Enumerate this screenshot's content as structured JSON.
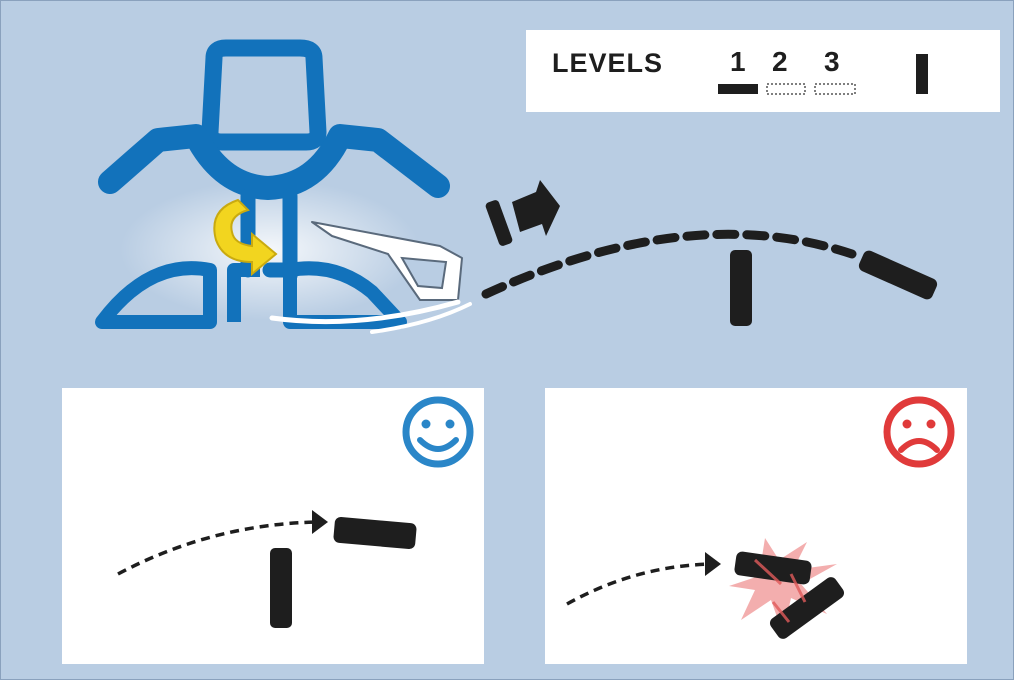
{
  "legend": {
    "title": "LEVELS",
    "levels": [
      "1",
      "2",
      "3"
    ]
  },
  "panels": [
    {
      "id": "good",
      "face": "smiley-face-icon",
      "color": "#2a86c8"
    },
    {
      "id": "bad",
      "face": "frowny-face-icon",
      "color": "#e03a3a"
    }
  ],
  "colors": {
    "background": "#b9cde3",
    "figure": "#1272bb",
    "arrow_yellow": "#f2d51f",
    "brick": "#1e1e1e",
    "impact": "#f2a5a5"
  }
}
